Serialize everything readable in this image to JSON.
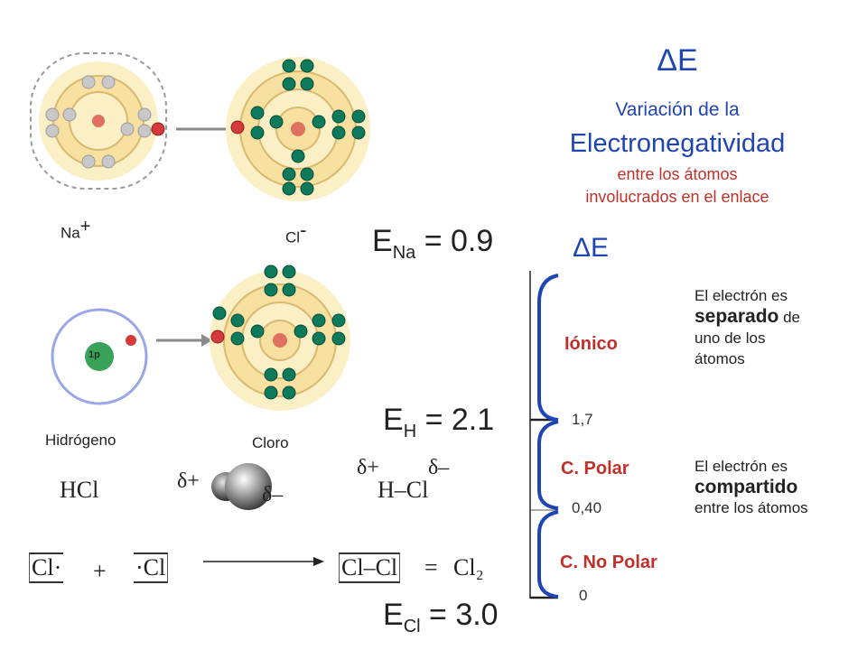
{
  "header": {
    "delta_title": "ΔE",
    "line1": "Variación de la",
    "line2": "Electronegatividad",
    "line3": "entre los átomos",
    "line4": "involucrados en el enlace"
  },
  "atoms": {
    "na_label": "Na",
    "na_sup": "+",
    "cl_label": "Cl",
    "cl_sup": "-",
    "h_label": "Hidrógeno",
    "cloro_label": "Cloro",
    "h_nucleus": "1p"
  },
  "equations": {
    "e_na_main": "E",
    "e_na_sub": "Na",
    "e_na_val": " = 0.9",
    "e_h_main": "E",
    "e_h_sub": "H",
    "e_h_val": " = 2.1",
    "e_cl_main": "E",
    "e_cl_sub": "Cl",
    "e_cl_val": " = 3.0"
  },
  "formulas": {
    "hcl": "HCl",
    "delta_plus": "δ+",
    "delta_minus": "δ–",
    "h_cl_bond": "H–Cl",
    "cl_dot_left": "Cl·",
    "plus": "+",
    "cl_dot_right": "·Cl",
    "cl_cl": "Cl–Cl",
    "equals": "=",
    "cl2": "Cl₂"
  },
  "scale": {
    "axis_label": "ΔE",
    "ionic_label": "Iónico",
    "polar_label": "C. Polar",
    "nonpolar_label": "C. No Polar",
    "tick_high": "1,7",
    "tick_mid": "0,40",
    "tick_low": "0"
  },
  "descriptions": {
    "ionic_l1": "El electrón es",
    "ionic_strong": "separado",
    "ionic_l2_rest": " de",
    "ionic_l3": "uno de los",
    "ionic_l4": "átomos",
    "cov_l1": "El electrón es",
    "cov_strong": "compartido",
    "cov_l3": "entre los átomos"
  },
  "colors": {
    "accent_blue": "#1f45b5",
    "accent_red": "#c0302a",
    "electron_green": "#0e7a5c",
    "electron_gray": "#c8c8c8",
    "nucleus_red": "#e07060"
  }
}
